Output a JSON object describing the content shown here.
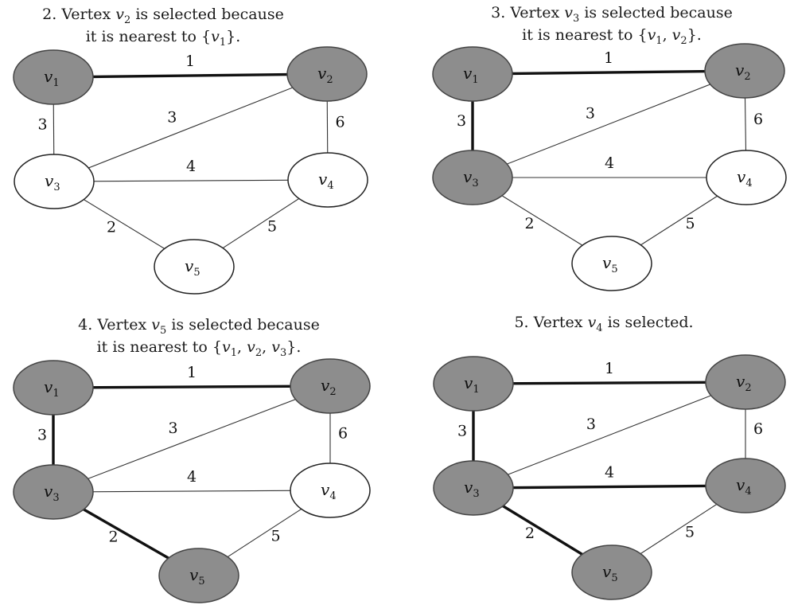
{
  "panels": [
    {
      "caption": [
        "2. Vertex v2 is selected because",
        "it is nearest to {v1}."
      ],
      "edges": [
        {
          "from": "v1",
          "to": "v2",
          "weight": "1",
          "in_tree": true
        },
        {
          "from": "v1",
          "to": "v3",
          "weight": "3",
          "in_tree": false
        },
        {
          "from": "v2",
          "to": "v3",
          "weight": "3",
          "in_tree": false
        },
        {
          "from": "v2",
          "to": "v4",
          "weight": "6",
          "in_tree": false
        },
        {
          "from": "v3",
          "to": "v4",
          "weight": "4",
          "in_tree": false
        },
        {
          "from": "v3",
          "to": "v5",
          "weight": "2",
          "in_tree": false
        },
        {
          "from": "v4",
          "to": "v5",
          "weight": "5",
          "in_tree": false
        }
      ],
      "selected": [
        "v1",
        "v2"
      ]
    },
    {
      "caption": [
        "3. Vertex v3 is selected because",
        "it is nearest to {v1, v2}."
      ],
      "edges": [
        {
          "from": "v1",
          "to": "v2",
          "weight": "1",
          "in_tree": true
        },
        {
          "from": "v1",
          "to": "v3",
          "weight": "3",
          "in_tree": true
        },
        {
          "from": "v2",
          "to": "v3",
          "weight": "3",
          "in_tree": false
        },
        {
          "from": "v2",
          "to": "v4",
          "weight": "6",
          "in_tree": false
        },
        {
          "from": "v3",
          "to": "v4",
          "weight": "4",
          "in_tree": false
        },
        {
          "from": "v3",
          "to": "v5",
          "weight": "2",
          "in_tree": false
        },
        {
          "from": "v4",
          "to": "v5",
          "weight": "5",
          "in_tree": false
        }
      ],
      "selected": [
        "v1",
        "v2",
        "v3"
      ]
    },
    {
      "caption": [
        "4. Vertex v5 is selected because",
        "it is nearest to {v1, v2, v3}."
      ],
      "edges": [
        {
          "from": "v1",
          "to": "v2",
          "weight": "1",
          "in_tree": true
        },
        {
          "from": "v1",
          "to": "v3",
          "weight": "3",
          "in_tree": true
        },
        {
          "from": "v2",
          "to": "v3",
          "weight": "3",
          "in_tree": false
        },
        {
          "from": "v2",
          "to": "v4",
          "weight": "6",
          "in_tree": false
        },
        {
          "from": "v3",
          "to": "v4",
          "weight": "4",
          "in_tree": false
        },
        {
          "from": "v3",
          "to": "v5",
          "weight": "2",
          "in_tree": true
        },
        {
          "from": "v4",
          "to": "v5",
          "weight": "5",
          "in_tree": false
        }
      ],
      "selected": [
        "v1",
        "v2",
        "v3",
        "v5"
      ]
    },
    {
      "caption": [
        "5. Vertex v4 is selected."
      ],
      "edges": [
        {
          "from": "v1",
          "to": "v2",
          "weight": "1",
          "in_tree": true
        },
        {
          "from": "v1",
          "to": "v3",
          "weight": "3",
          "in_tree": true
        },
        {
          "from": "v2",
          "to": "v3",
          "weight": "3",
          "in_tree": false
        },
        {
          "from": "v2",
          "to": "v4",
          "weight": "6",
          "in_tree": false
        },
        {
          "from": "v3",
          "to": "v4",
          "weight": "4",
          "in_tree": true
        },
        {
          "from": "v3",
          "to": "v5",
          "weight": "2",
          "in_tree": true
        },
        {
          "from": "v4",
          "to": "v5",
          "weight": "5",
          "in_tree": false
        }
      ],
      "selected": [
        "v1",
        "v2",
        "v3",
        "v4",
        "v5"
      ]
    }
  ],
  "colors": {
    "selected_fill": "#8d8d8d",
    "unselected_fill": "#ffffff",
    "edge": "#111111"
  }
}
